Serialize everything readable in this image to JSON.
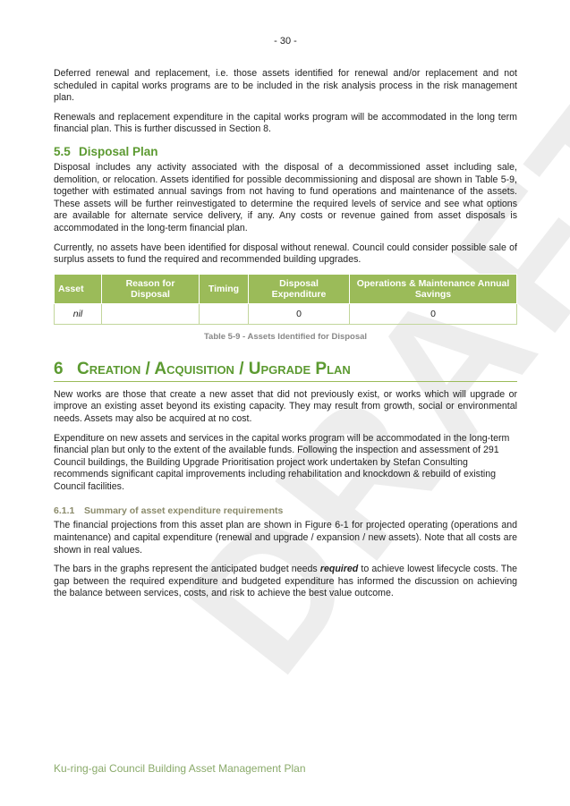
{
  "page_number": "- 30 -",
  "watermark": "DRAFT",
  "intro_paragraphs": [
    "Deferred renewal and replacement, i.e. those assets identified for renewal and/or replacement and not scheduled in capital works programs are to be included in the risk analysis process in the risk management plan.",
    "Renewals and replacement expenditure in the capital works program will be accommodated in the long term financial plan.  This is further discussed in Section 8."
  ],
  "section_5_5": {
    "number": "5.5",
    "title": "Disposal Plan",
    "paragraphs": [
      "Disposal includes any activity associated with the disposal of a decommissioned asset including sale, demolition, or relocation. Assets identified for possible decommissioning and disposal are shown in Table 5-9, together with estimated annual savings from not having to fund operations and maintenance of the assets. These assets will be further reinvestigated to determine the required levels of service and see what options are available for alternate service delivery, if any.  Any costs or revenue gained from asset disposals is accommodated in the long-term financial plan.",
      "Currently, no assets have been identified for disposal without renewal. Council could consider possible sale of surplus assets to fund the required and recommended building upgrades."
    ],
    "table": {
      "headers": [
        "Asset",
        "Reason for Disposal",
        "Timing",
        "Disposal Expenditure",
        "Operations & Maintenance Annual Savings"
      ],
      "rows": [
        [
          "nil",
          "",
          "",
          "0",
          "0"
        ]
      ],
      "caption": "Table 5-9 - Assets Identified for Disposal"
    }
  },
  "section_6": {
    "number": "6",
    "title": "Creation / Acquisition / Upgrade Plan",
    "paragraphs": [
      "New works are those that create a new asset that did not previously exist, or works which will upgrade or improve an existing asset beyond its existing capacity. They may result from growth, social or environmental needs.  Assets may also be acquired at no cost.",
      "Expenditure on new assets and services in the capital works program will be accommodated in the long-term financial plan but only to the extent of the available funds. Following the inspection and assessment of 291 Council buildings, the Building Upgrade Prioritisation project work undertaken by Stefan Consulting recommends significant capital improvements including rehabilitation and knockdown & rebuild of existing Council facilities."
    ]
  },
  "section_6_1_1": {
    "number": "6.1.1",
    "title": "Summary of asset expenditure requirements",
    "paragraph1": "The financial projections from this asset plan are shown in Figure 6-1 for projected operating (operations and maintenance) and capital expenditure (renewal and upgrade / expansion / new assets).  Note that all costs are shown in real values.",
    "paragraph2_before": "The bars in the graphs represent the anticipated budget needs ",
    "paragraph2_emphasis": "required",
    "paragraph2_after": " to achieve lowest lifecycle costs. The gap between the required expenditure and budgeted expenditure has informed the discussion on achieving the balance between services, costs, and risk to achieve the best value outcome."
  },
  "footer": "Ku-ring-gai Council Building Asset Management Plan"
}
